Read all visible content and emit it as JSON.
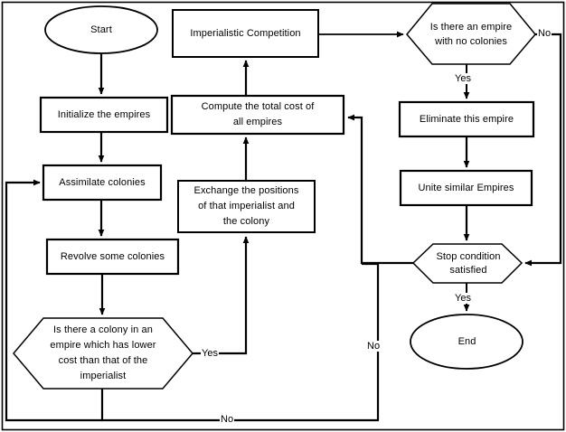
{
  "diagram": {
    "title": "Imperialist Competitive Algorithm Flowchart",
    "type": "flowchart",
    "stroke_color": "#000000",
    "fill_color": "#ffffff",
    "background": "#ffffff",
    "border": true
  },
  "nodes": {
    "start": {
      "label": "Start",
      "shape": "ellipse"
    },
    "initialize_empires": {
      "label": "Initialize the empires",
      "shape": "process"
    },
    "assimilate_colonies": {
      "label": "Assimilate colonies",
      "shape": "process"
    },
    "revolve_colonies": {
      "label": "Revolve some colonies",
      "shape": "process"
    },
    "colony_lower_cost": {
      "label": "Is there a colony in an\nempire which has lower\ncost than that of the\nimperialist",
      "shape": "decision"
    },
    "exchange_positions": {
      "label": "Exchange the positions\nof that imperialist and\nthe colony",
      "shape": "process"
    },
    "compute_total_cost": {
      "label": "Compute the total cost of\nall empires",
      "shape": "process"
    },
    "imperialistic_competition": {
      "label": "Imperialistic Competition",
      "shape": "process"
    },
    "empire_no_colonies": {
      "label": "Is there an empire\nwith no colonies",
      "shape": "decision"
    },
    "eliminate_empire": {
      "label": "Eliminate this empire",
      "shape": "process"
    },
    "unite_empires": {
      "label": "Unite similar Empires",
      "shape": "process"
    },
    "stop_condition": {
      "label": "Stop condition\nsatisfied",
      "shape": "decision"
    },
    "end": {
      "label": "End",
      "shape": "ellipse"
    }
  },
  "edge_labels": {
    "colony_yes": "Yes",
    "colony_no": "No",
    "empire_no_colonies_yes": "Yes",
    "empire_no_colonies_no": "No",
    "stop_condition_yes": "Yes",
    "stop_condition_no": "No"
  }
}
